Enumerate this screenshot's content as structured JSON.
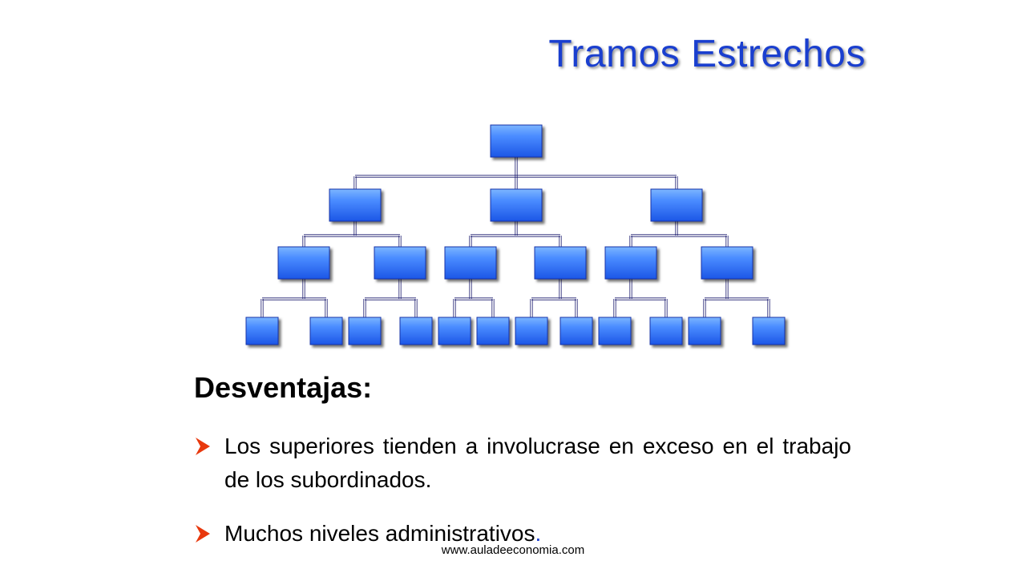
{
  "slide": {
    "title": "Tramos Estrechos",
    "heading": "Desventajas:",
    "bullets": [
      {
        "text": "Los superiores tienden a involucrase en exceso en el trabajo de los subordinados."
      },
      {
        "text": "Muchos niveles administrativos",
        "trailing": "."
      }
    ],
    "footer": "www.auladeeconomia.com"
  },
  "diagram": {
    "levels": 4,
    "boxes_per_level": [
      1,
      3,
      6,
      12
    ],
    "box_color_top": "#5fa0ff",
    "box_color_bottom": "#1c56e6",
    "connector_color": "#1a1a6e"
  },
  "colors": {
    "title": "#1a3fcf",
    "bullet_arrow": "#e8380d"
  }
}
